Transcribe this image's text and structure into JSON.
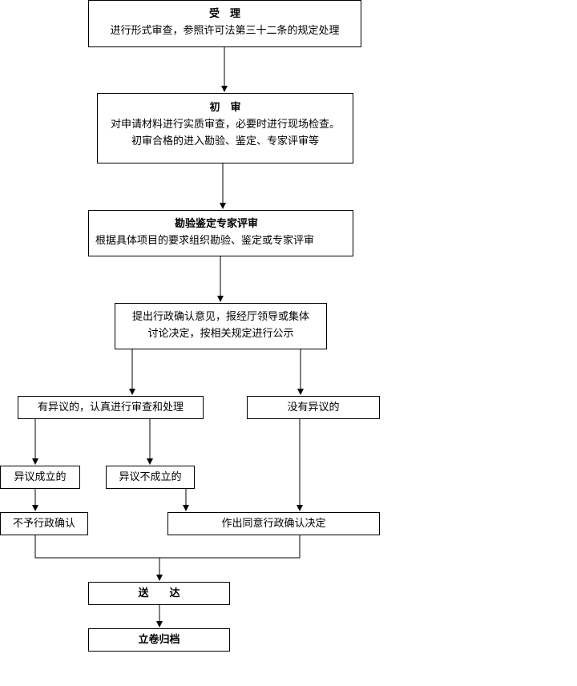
{
  "flowchart": {
    "accept": {
      "title": "受　理",
      "desc": "进行形式审查，参照许可法第三十二条的规定处理"
    },
    "initial_review": {
      "title": "初　审",
      "desc_1": "对申请材料进行实质审查，必要时进行现场检查。",
      "desc_2": "初审合格的进入勘验、鉴定、专家评审等"
    },
    "expert_review": {
      "title": "勘验鉴定专家评审",
      "desc": "根据具体项目的要求组织勘验、鉴定或专家评审"
    },
    "opinion": {
      "line_1": "提出行政确认意见，报经厅领导或集体",
      "line_2": "讨论决定，按相关规定进行公示"
    },
    "objection": {
      "label": "有异议的，认真进行审查和处理"
    },
    "no_objection": {
      "label": "没有异议的"
    },
    "objection_valid": {
      "label": "异议成立的"
    },
    "objection_invalid": {
      "label": "异议不成立的"
    },
    "no_confirm": {
      "label": "不予行政确认"
    },
    "confirm": {
      "label": "作出同意行政确认决定"
    },
    "deliver": {
      "label": "送　　达"
    },
    "archive": {
      "label": "立卷归档"
    }
  }
}
